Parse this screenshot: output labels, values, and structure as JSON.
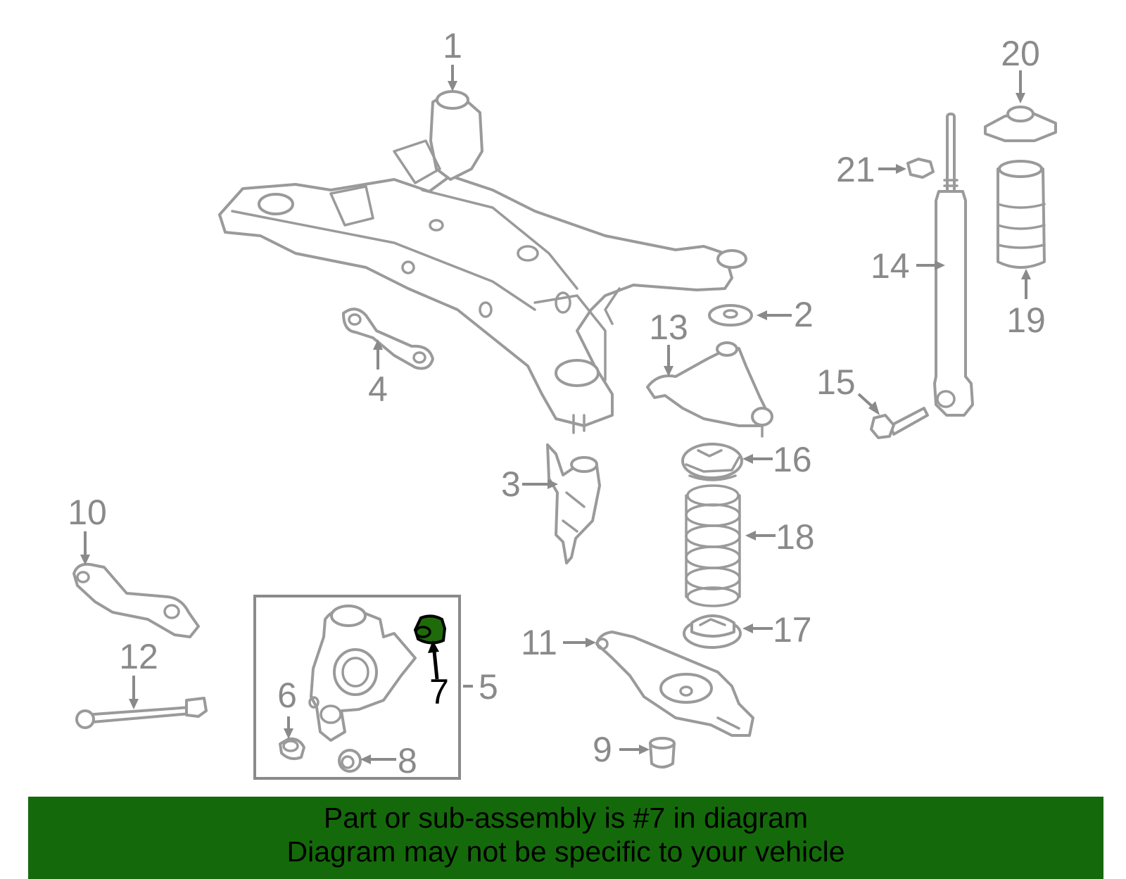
{
  "callouts": {
    "c1": "1",
    "c2": "2",
    "c3": "3",
    "c4": "4",
    "c5": "5",
    "c6": "6",
    "c7": "7",
    "c8": "8",
    "c9": "9",
    "c10": "10",
    "c11": "11",
    "c12": "12",
    "c13": "13",
    "c14": "14",
    "c15": "15",
    "c16": "16",
    "c17": "17",
    "c18": "18",
    "c19": "19",
    "c20": "20",
    "c21": "21"
  },
  "highlighted_part": "7",
  "colors": {
    "line_art": "#9a9a9a",
    "highlight_part": "#1f6b0a",
    "banner_background": "#146a0a",
    "banner_text": "#000000"
  },
  "banner": {
    "line1": "Part or sub-assembly is #7 in diagram",
    "line2": "Diagram may not be specific to your vehicle"
  }
}
